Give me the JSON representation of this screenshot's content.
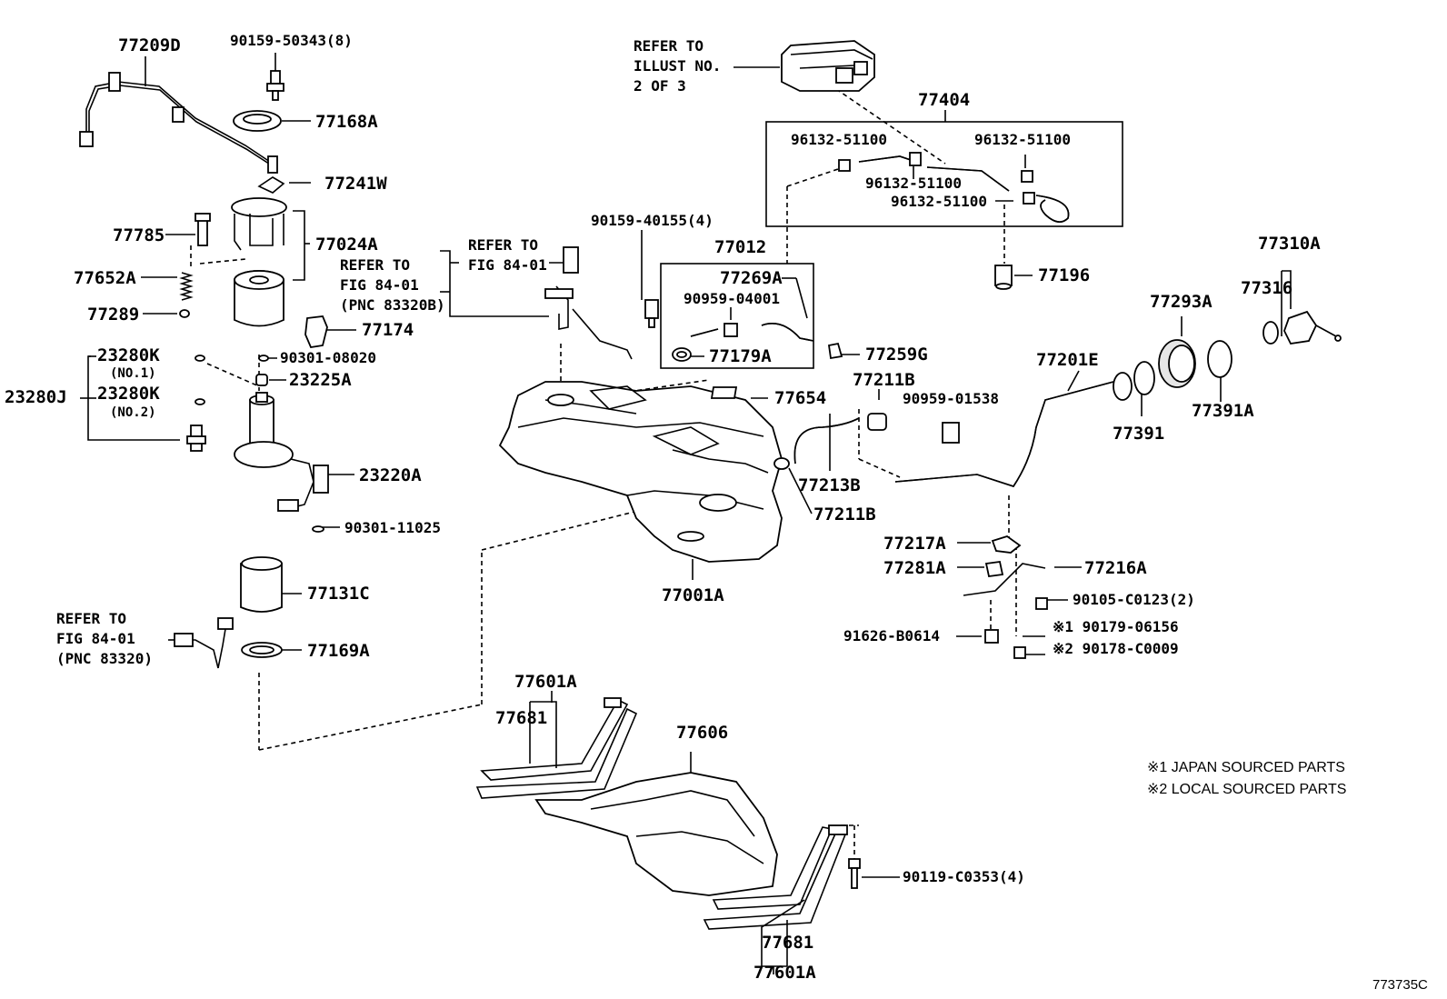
{
  "diagram": {
    "corner_code": "773735C",
    "notes": [
      "※1 JAPAN SOURCED PARTS",
      "※2 LOCAL SOURCED PARTS"
    ],
    "references": [
      {
        "lines": [
          "REFER TO",
          "ILLUST NO.",
          "2 OF 3"
        ]
      },
      {
        "lines": [
          "REFER TO",
          "FIG 84-01",
          "(PNC 83320B)"
        ]
      },
      {
        "lines": [
          "REFER TO",
          "FIG 84-01"
        ]
      },
      {
        "lines": [
          "REFER TO",
          "FIG 84-01",
          "(PNC 83320)"
        ]
      }
    ],
    "labels": [
      "77209D",
      "90159-50343(8)",
      "77168A",
      "77241W",
      "77785",
      "77024A",
      "77652A",
      "77289",
      "77174",
      "23280K",
      "(NO.1)",
      "90301-08020",
      "23280J",
      "23225A",
      "23280K",
      "(NO.2)",
      "23220A",
      "90301-11025",
      "77131C",
      "77169A",
      "90159-40155(4)",
      "77012",
      "77269A",
      "90959-04001",
      "77179A",
      "77654",
      "77001A",
      "77404",
      "96132-51100",
      "96132-51100",
      "96132-51100",
      "96132-51100",
      "77196",
      "77259G",
      "77211B",
      "90959-01538",
      "77213B",
      "77211B",
      "77201E",
      "77391",
      "77293A",
      "77391A",
      "77310A",
      "77316",
      "77217A",
      "77281A",
      "77216A",
      "90105-C0123(2)",
      "91626-B0614",
      "※1 90179-06156",
      "※2 90178-C0009",
      "77601A",
      "77681",
      "77606",
      "90119-C0353(4)",
      "77681",
      "77601A"
    ]
  }
}
